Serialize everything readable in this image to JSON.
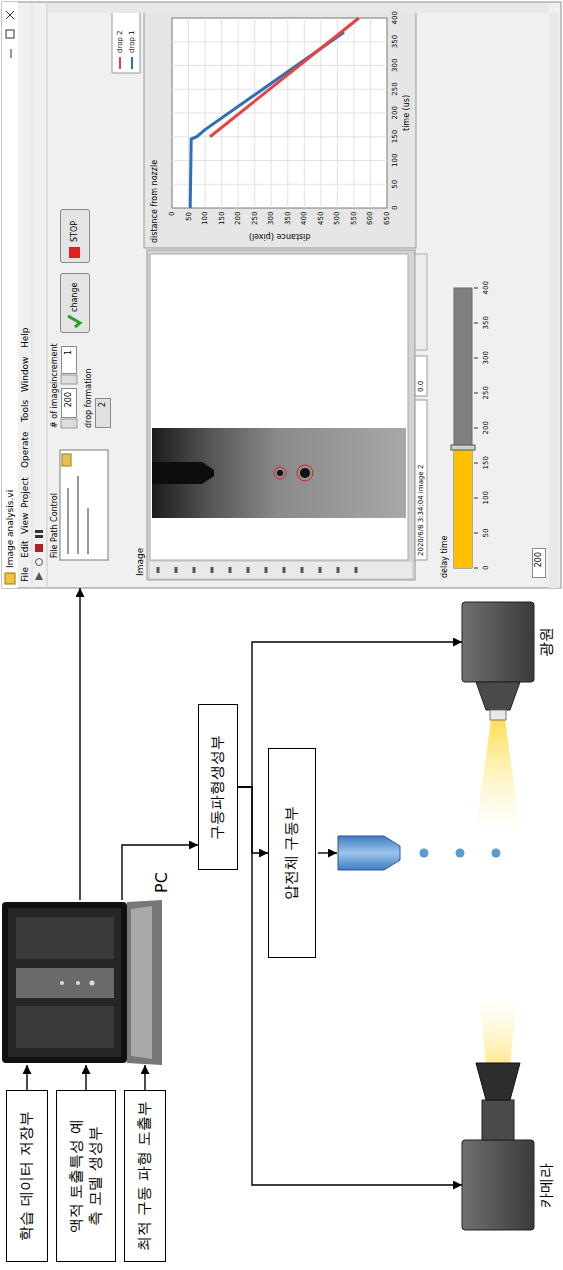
{
  "diagram": {
    "nodes": [
      {
        "text": [
          "학습 데이터 저장부"
        ]
      },
      {
        "text": [
          "액적 토출특성 예측 모델 생성부"
        ]
      },
      {
        "text": [
          "최적 구동 파형 도출부"
        ]
      },
      {
        "text": [
          "PC"
        ]
      },
      {
        "text": [
          "구동파형생성부"
        ]
      },
      {
        "text": [
          "압전체 구동부"
        ]
      },
      {
        "text": [
          "카메라"
        ]
      },
      {
        "text": [
          "광원"
        ]
      },
      {
        "text": [
          "Image analysis.vi"
        ]
      },
      {
        "text": [
          "200"
        ],
        "in": 8
      },
      {
        "text": [
          "1"
        ],
        "in": 8
      },
      {
        "text": [
          "change"
        ],
        "in": 8
      },
      {
        "text": [
          "STOP"
        ],
        "in": 8
      },
      {
        "text": [
          "2"
        ],
        "in": 8
      },
      {
        "text": [
          "200"
        ],
        "in": 8
      }
    ],
    "edges": [
      {
        "from": 0,
        "to": 3,
        "arrow": "to"
      },
      {
        "from": 1,
        "to": 3,
        "arrow": "to"
      },
      {
        "from": 2,
        "to": 3,
        "arrow": "to"
      },
      {
        "from": 3,
        "to": 8,
        "arrow": "to"
      },
      {
        "from": 3,
        "to": 4,
        "arrow": "to"
      },
      {
        "from": 4,
        "to": 5,
        "arrow": "to"
      },
      {
        "from": 4,
        "to": 6,
        "arrow": "to"
      },
      {
        "from": 4,
        "to": 7,
        "arrow": "to"
      }
    ],
    "labels": [
      "File",
      "Edit",
      "View",
      "Project",
      "Operate",
      "Tools",
      "Window",
      "Help",
      "File Path Control",
      "# of image",
      "increment",
      "drop formation",
      "Image",
      "2020/6/8 3:34:04 image 2",
      "0.0",
      "delay time",
      "0",
      "50",
      "100",
      "150",
      "200",
      "250",
      "300",
      "350",
      "400",
      "distance from nozzle",
      "distance (pixel)",
      "0",
      "50",
      "100",
      "150",
      "200",
      "250",
      "300",
      "350",
      "400",
      "450",
      "500",
      "550",
      "600",
      "650",
      "0",
      "50",
      "100",
      "150",
      "200",
      "250",
      "300",
      "350",
      "400",
      "time (us)"
    ],
    "legend": [
      {
        "text": "drop 2"
      },
      {
        "text": "drop 1"
      }
    ]
  }
}
